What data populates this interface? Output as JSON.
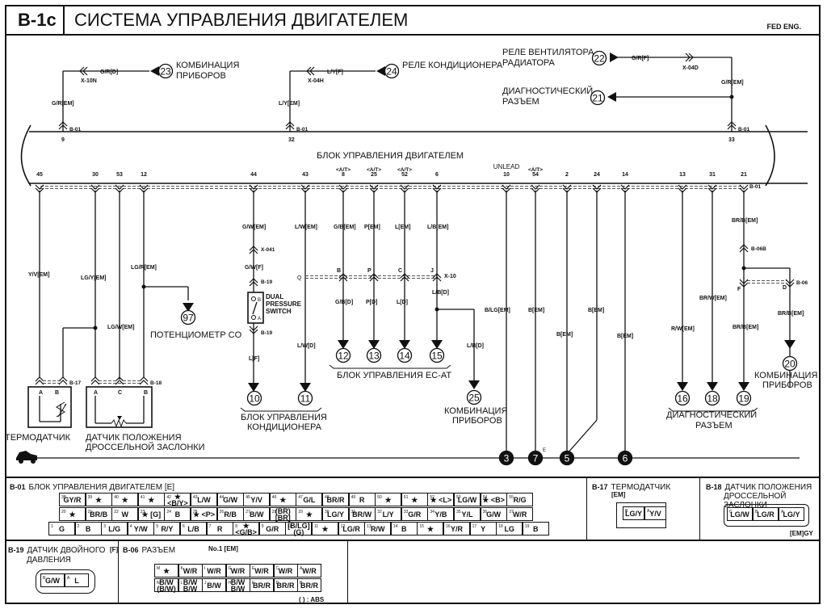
{
  "header": {
    "code": "B-1c",
    "title": "СИСТЕМА УПРАВЛЕНИЯ ДВИГАТЕЛЕМ",
    "variant": "FED ENG."
  },
  "ecu_label": "БЛОК УПРАВЛЕНИЯ ДВИГАТЕЛЕМ",
  "top_circuits": [
    {
      "ref": "23",
      "dest": [
        "КОМБИНАЦИЯ",
        "ПРИБОРОВ"
      ],
      "wire_out": "G/R[D]",
      "connector": "X-10N",
      "wire_in": "G/R[EM]",
      "pin": "9",
      "ecu_conn": "B-01"
    },
    {
      "ref": "24",
      "dest": [
        "РЕЛЕ КОНДИЦИОНЕРА"
      ],
      "wire_out": "L/Y[F]",
      "connector": "X-04H",
      "wire_in": "L/Y[EM]",
      "pin": "32",
      "ecu_conn": "B-01"
    },
    {
      "ref": "22",
      "dest": [
        "РЕЛЕ ВЕНТИЛЯТОРА",
        "РАДИАТОРА"
      ],
      "wire_out": "G/R[F]",
      "connector": "X-04D",
      "wire_in": "G/R[EM]",
      "pin": "33",
      "ecu_conn": "B-01"
    },
    {
      "ref": "21",
      "dest": [
        "ДИАГНОСТИЧЕСКИЙ",
        "РАЗЪЕМ"
      ]
    }
  ],
  "bottom_pins": [
    {
      "pin": "45",
      "tag": "",
      "wire": "Y/V[EM]"
    },
    {
      "pin": "30",
      "tag": "",
      "wire": "LG/Y[EM]"
    },
    {
      "pin": "53",
      "tag": "",
      "wire": "LG/W[EM]"
    },
    {
      "pin": "12",
      "tag": "",
      "wire": "LG/R[EM]"
    },
    {
      "pin": "44",
      "tag": "",
      "wire": "G/W[EM]"
    },
    {
      "pin": "43",
      "tag": "",
      "wire": "L/W[EM]"
    },
    {
      "pin": "8",
      "tag": "<A/T>",
      "wire": "G/B[EM]"
    },
    {
      "pin": "25",
      "tag": "<A/T>",
      "wire": "P[EM]"
    },
    {
      "pin": "52",
      "tag": "<A/T>",
      "wire": "L[EM]"
    },
    {
      "pin": "6",
      "tag": "",
      "wire": "L/B[EM]"
    },
    {
      "pin": "10",
      "tag": "UNLEAD",
      "wire": "B/LG[EM]"
    },
    {
      "pin": "54",
      "tag": "<A/T>",
      "wire": "B[EM]"
    },
    {
      "pin": "2",
      "tag": "",
      "wire": "B[EM]"
    },
    {
      "pin": "24",
      "tag": "",
      "wire": "B[EM]"
    },
    {
      "pin": "14",
      "tag": "",
      "wire": "B[EM]"
    },
    {
      "pin": "13",
      "tag": "",
      "wire": "R/W[EM]"
    },
    {
      "pin": "31",
      "tag": "",
      "wire": "BR/W[EM]"
    },
    {
      "pin": "21",
      "tag": "",
      "wire": "BR/B[EM]"
    }
  ],
  "connectors": {
    "b01": "B-01",
    "b17": "B-17",
    "b18": "B-18",
    "b19": "B-19",
    "x041": "X-041",
    "x10": "X-10",
    "b06b": "B-06B",
    "b06": "B-06"
  },
  "ac_circuit": {
    "wire_after": "G/W[F]",
    "switch": [
      "DUAL",
      "PRESSURE",
      "SWITCH"
    ],
    "pin_b": "B",
    "pin_a": "A",
    "wire_out": "L[F]",
    "wire_43": "L/W[D]"
  },
  "ecat": {
    "pins": [
      "B",
      "P",
      "C",
      "J"
    ],
    "wires": [
      "G/B[D]",
      "P[D]",
      "L[D]",
      "L/B[D]"
    ],
    "refs": [
      "12",
      "13",
      "14",
      "15"
    ],
    "label": "БЛОК УПРАВЛЕНИЯ EC-AT",
    "branch_wire": "L/B[D]",
    "branch_ref": "25",
    "branch_dest": [
      "КОМБИНАЦИЯ",
      "ПРИБОРОВ"
    ]
  },
  "ac_unit": {
    "refs": [
      "10",
      "11"
    ],
    "label": [
      "БЛОК УПРАВЛЕНИЯ",
      "КОНДИЦИОНЕРА"
    ]
  },
  "co_pot": {
    "ref": "97",
    "label": "ПОТЕНЦИОМЕТР CO"
  },
  "sensors": {
    "thermo": {
      "label": "ТЕРМОДАТЧИК",
      "pins": [
        "A",
        "B"
      ]
    },
    "throttle": {
      "label": [
        "ДАТЧИК ПОЛОЖЕНИЯ",
        "ДРОССЕЛЬНОЙ ЗАСЛОНКИ"
      ],
      "pins": [
        "A",
        "C",
        "B"
      ]
    }
  },
  "diag": {
    "refs": [
      "16",
      "18",
      "19"
    ],
    "label": [
      "ДИАГНОСТИЧЕСКИЙ",
      "РАЗЪЕМ"
    ],
    "b06_pins": [
      "F",
      "D"
    ],
    "wire_after": "BR/B[EM]",
    "branch_wire": "BR/B[EM]",
    "branch_ref": "20",
    "branch_dest": [
      "КОМБИНАЦИЯ",
      "ПРИБОРОВ"
    ]
  },
  "grounds": [
    {
      "ref": "3",
      "note": ""
    },
    {
      "ref": "7",
      "note": "E"
    },
    {
      "ref": "5",
      "note": ""
    },
    {
      "ref": "6",
      "note": ""
    }
  ],
  "panel_b01": {
    "code": "B-01",
    "title": "БЛОК УПРАВЛЕНИЯ ДВИГАТЕЛЕМ [E]",
    "row1": [
      [
        "38",
        "GY/R"
      ],
      [
        "39",
        "★"
      ],
      [
        "40",
        "★"
      ],
      [
        "41",
        "★"
      ],
      [
        "42",
        "★ <B/Y>"
      ],
      [
        "43",
        "L/W"
      ],
      [
        "44",
        "G/W"
      ],
      [
        "45",
        "Y/V"
      ],
      [
        "46",
        "★"
      ],
      [
        "47",
        "G/L"
      ],
      [
        "48",
        "BR/R"
      ],
      [
        "49",
        "R"
      ],
      [
        "50",
        "★"
      ],
      [
        "51",
        "★"
      ],
      [
        "52",
        "★ <L>"
      ],
      [
        "53",
        "LG/W"
      ],
      [
        "54",
        "★ <B>"
      ],
      [
        "55",
        "R/G"
      ]
    ],
    "row2": [
      [
        "20",
        "★"
      ],
      [
        "21",
        "BR/B"
      ],
      [
        "22",
        "W"
      ],
      [
        "23",
        "★ [G]"
      ],
      [
        "24",
        "B"
      ],
      [
        "25",
        "★ <P>"
      ],
      [
        "26",
        "R/B"
      ],
      [
        "27",
        "B/W"
      ],
      [
        "28",
        "(BR) [BR]"
      ],
      [
        "29",
        "★"
      ],
      [
        "30",
        "LG/Y"
      ],
      [
        "31",
        "BR/W"
      ],
      [
        "32",
        "L/Y"
      ],
      [
        "33",
        "G/R"
      ],
      [
        "34",
        "Y/B"
      ],
      [
        "35",
        "Y/L"
      ],
      [
        "36",
        "G/W"
      ],
      [
        "37",
        "W/R"
      ]
    ],
    "row3": [
      [
        "1",
        "G"
      ],
      [
        "2",
        "B"
      ],
      [
        "3",
        "L/G"
      ],
      [
        "4",
        "Y/W"
      ],
      [
        "5",
        "R/Y"
      ],
      [
        "6",
        "L/B"
      ],
      [
        "7",
        "R"
      ],
      [
        "8",
        "★ <G/B>"
      ],
      [
        "9",
        "G/R"
      ],
      [
        "10",
        "[B/LG] (G)"
      ],
      [
        "11",
        "★"
      ],
      [
        "12",
        "LG/R"
      ],
      [
        "13",
        "R/W"
      ],
      [
        "14",
        "B"
      ],
      [
        "15",
        "★"
      ],
      [
        "16",
        "Y/R"
      ],
      [
        "17",
        "Y"
      ],
      [
        "18",
        "LG"
      ],
      [
        "19",
        "B"
      ]
    ]
  },
  "panel_b17": {
    "code": "B-17",
    "title": "ТЕРМОДАТЧИК",
    "sub": "[EM]",
    "pins": [
      [
        "B",
        "LG/Y"
      ],
      [
        "A",
        "Y/V"
      ]
    ]
  },
  "panel_b18": {
    "code": "B-18",
    "title": [
      "ДАТЧИК ПОЛОЖЕНИЯ",
      "ДРОССЕЛЬНОЙ ЗАСЛОНКИ"
    ],
    "sub": "[EM]GY",
    "pins": [
      [
        "C",
        "LG/W"
      ],
      [
        "B",
        "LG/R"
      ],
      [
        "A",
        "LG/Y"
      ]
    ]
  },
  "panel_b19": {
    "code": "B-19",
    "title": [
      "ДАТЧИК ДВОЙНОГО",
      "ДАВЛЕНИЯ"
    ],
    "sub": "[F]",
    "pins": [
      [
        "B",
        "G/W"
      ],
      [
        "A",
        "L"
      ]
    ]
  },
  "panel_b06": {
    "code": "B-06",
    "title": "РАЗЪЕМ",
    "sub": "No.1 [EM]",
    "note": "(   ) : ABS",
    "row1": [
      [
        "M",
        "★"
      ],
      [
        "K",
        "W/R"
      ],
      [
        "I",
        "W/R"
      ],
      [
        "G",
        "W/R"
      ],
      [
        "E",
        "W/R"
      ],
      [
        "C",
        "W/R"
      ],
      [
        "A",
        "W/R"
      ]
    ],
    "row2": [
      [
        "N",
        "B/W (B/W)"
      ],
      [
        "L",
        "B/W B/W"
      ],
      [
        "J",
        "B/W"
      ],
      [
        "H",
        "B/W B/W"
      ],
      [
        "F",
        "BR/R"
      ],
      [
        "D",
        "BR/R"
      ],
      [
        "B",
        "BR/R"
      ]
    ]
  }
}
